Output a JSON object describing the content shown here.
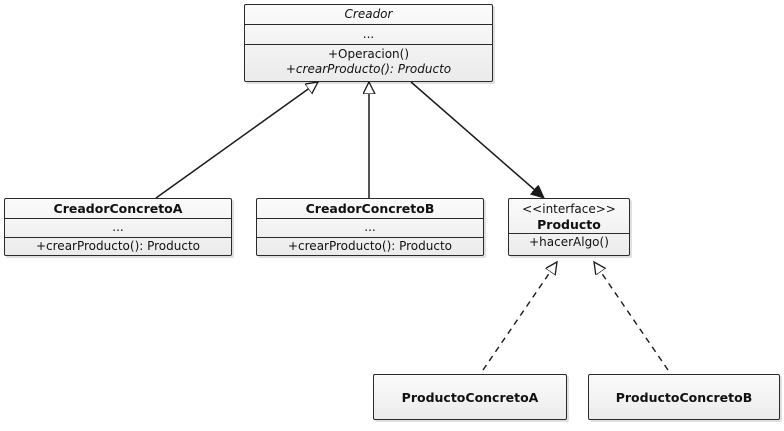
{
  "classes": {
    "creador": {
      "name": "Creador",
      "attributes": "...",
      "methods": [
        "+Operacion()",
        "+crearProducto(): Producto"
      ]
    },
    "creador_concreto_a": {
      "name": "CreadorConcretoA",
      "attributes": "...",
      "methods": [
        "+crearProducto(): Producto"
      ]
    },
    "creador_concreto_b": {
      "name": "CreadorConcretoB",
      "attributes": "...",
      "methods": [
        "+crearProducto(): Producto"
      ]
    },
    "producto": {
      "stereotype": "<<interface>>",
      "name": "Producto",
      "methods": [
        "+hacerAlgo()"
      ]
    },
    "producto_concreto_a": {
      "name": "ProductoConcretoA"
    },
    "producto_concreto_b": {
      "name": "ProductoConcretoB"
    }
  },
  "colors": {
    "line": "#1a1a1a",
    "fill_top": "#fbfbfb",
    "fill_bottom": "#ebebeb"
  }
}
